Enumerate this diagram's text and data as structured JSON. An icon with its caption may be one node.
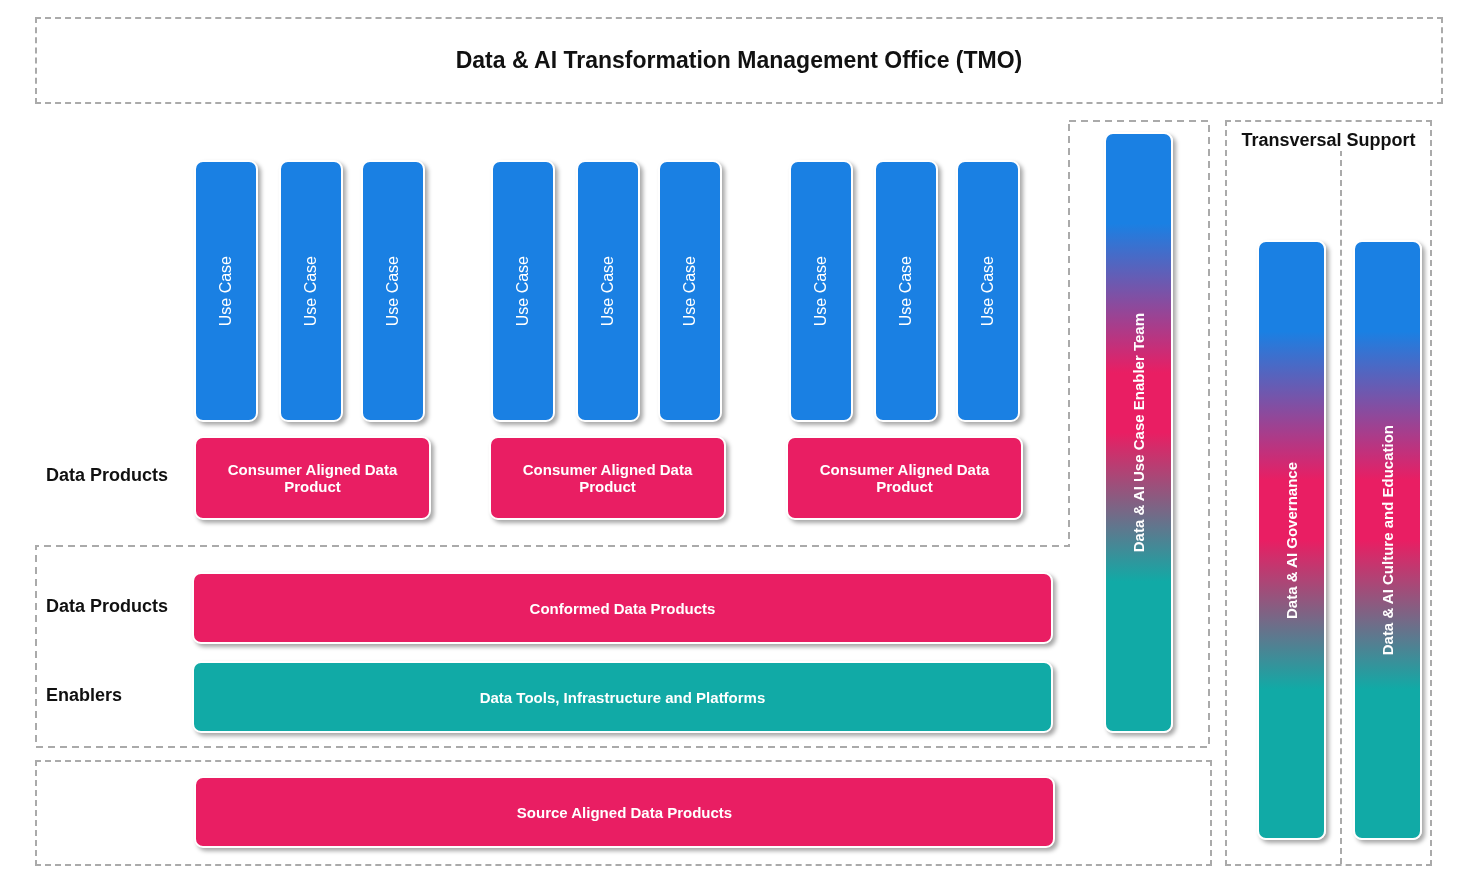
{
  "diagram": {
    "nodes": [
      {
        "text": [
          "Data & AI Transformation Management Office (TMO)"
        ]
      },
      {
        "text": [
          "Use Case"
        ]
      },
      {
        "text": [
          "Use Case"
        ]
      },
      {
        "text": [
          "Use Case"
        ]
      },
      {
        "text": [
          "Use Case"
        ]
      },
      {
        "text": [
          "Use Case"
        ]
      },
      {
        "text": [
          "Use Case"
        ]
      },
      {
        "text": [
          "Use Case"
        ]
      },
      {
        "text": [
          "Use Case"
        ]
      },
      {
        "text": [
          "Use Case"
        ]
      },
      {
        "text": [
          "Consumer Aligned Data Product"
        ]
      },
      {
        "text": [
          "Consumer Aligned Data Product"
        ]
      },
      {
        "text": [
          "Consumer Aligned Data Product"
        ]
      },
      {
        "text": [],
        "shape": "box"
      },
      {
        "text": [
          "Data & AI Use Case Enabler Team"
        ],
        "in": 13
      },
      {
        "text": [
          "Conformed Data Products"
        ],
        "in": 13,
        "beside": [
          "Data Products"
        ]
      },
      {
        "text": [
          "Data Tools, Infrastructure and Platforms"
        ],
        "in": 13,
        "beside": [
          "Enablers"
        ]
      },
      {
        "text": [],
        "shape": "box"
      },
      {
        "text": [
          "Source Aligned Data Products"
        ],
        "in": 17
      },
      {
        "text": [
          "Transversal Support"
        ]
      },
      {
        "text": [
          "Data & AI Governance"
        ],
        "in": 19
      },
      {
        "text": [
          "Data & AI Culture and Education"
        ],
        "in": 19
      }
    ],
    "edges": [],
    "labels": [
      "Data Products"
    ]
  }
}
